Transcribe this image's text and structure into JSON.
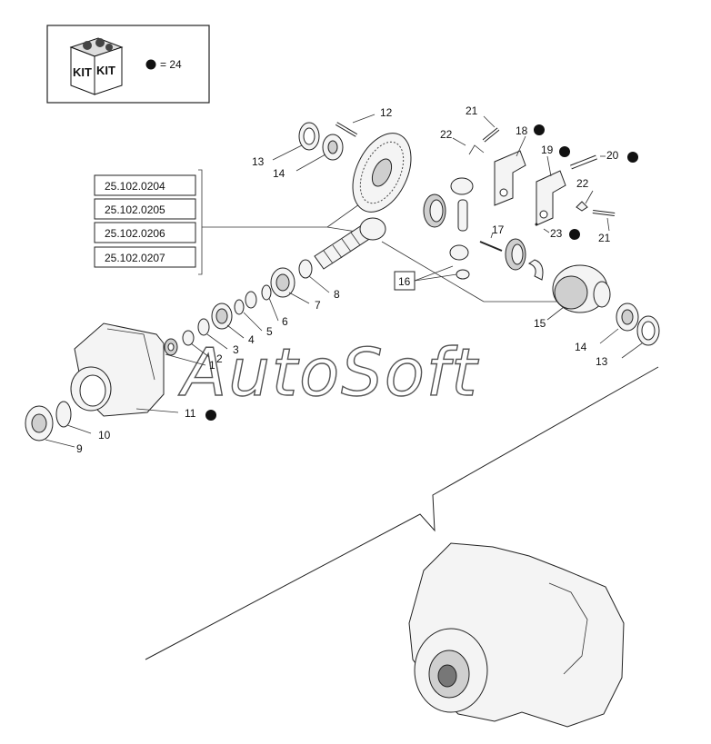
{
  "kit_legend": {
    "kit_label_1": "KIT",
    "kit_label_2": "KIT",
    "equals_text": "= 24"
  },
  "watermark": "AutoSoft",
  "ref_boxes": [
    {
      "label": "25.102.0204"
    },
    {
      "label": "25.102.0205"
    },
    {
      "label": "25.102.0206"
    },
    {
      "label": "25.102.0207"
    }
  ],
  "box_16": "16",
  "callouts": [
    "1",
    "2",
    "3",
    "4",
    "5",
    "6",
    "7",
    "8",
    "9",
    "10",
    "11",
    "12",
    "13",
    "14",
    "13",
    "14",
    "15",
    "17",
    "18",
    "19",
    "20",
    "21",
    "21",
    "22",
    "22",
    "23"
  ],
  "colors": {
    "line": "#333333",
    "dot": "#111111",
    "part_fill": "#f4f4f4"
  }
}
